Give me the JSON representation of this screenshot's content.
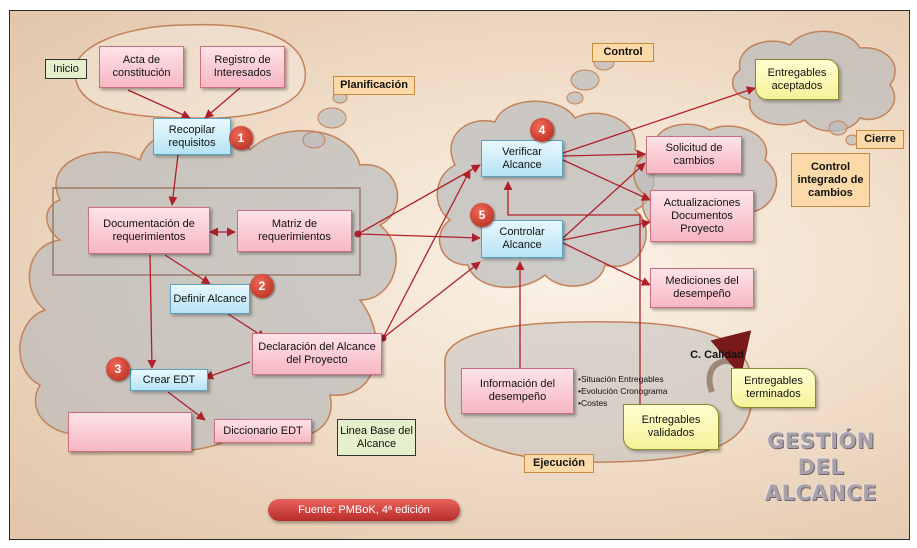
{
  "nodes": {
    "inicio": "Inicio",
    "acta": "Acta de constitución",
    "registro": "Registro de Interesados",
    "recopilar": "Recopilar requisitos",
    "documentacion": "Documentación de requerimientos",
    "matriz": "Matriz de requerimientos",
    "definir": "Definir Alcance",
    "declaracion": "Declaración del Alcance del Proyecto",
    "crear_edt": "Crear EDT",
    "diccionario": "Diccionario EDT",
    "linea_base": "Linea Base del Alcance",
    "verificar": "Verificar Alcance",
    "controlar": "Controlar Alcance",
    "entregables_aceptados": "Entregables aceptados",
    "solicitud": "Solicitud de cambios",
    "actualizaciones": "Actualizaciones Documentos Proyecto",
    "mediciones": "Mediciones del desempeño",
    "informacion": "Información del desempeño",
    "entregables_terminados": "Entregables terminados",
    "entregables_validados": "Entregables validados"
  },
  "labels": {
    "planificacion": "Planificación",
    "control": "Control",
    "cierre": "Cierre",
    "control_integrado": "Control integrado de cambios",
    "ejecucion": "Ejecución",
    "c_calidad": "C. Calidad"
  },
  "bullets": [
    "•Situación Entregables",
    "•Evolución Cronograma",
    "•Costes"
  ],
  "badges": [
    "1",
    "2",
    "3",
    "4",
    "5"
  ],
  "title": {
    "line1": "GESTIÓN DEL",
    "line2": "ALCANCE"
  },
  "source": "Fuente: PMBoK, 4ª edición",
  "colors": {
    "arrow": "#b0202a",
    "cloud_stroke": "#c4825a",
    "cloud_fill": "#c8c8c8",
    "badge": "#c0392b"
  }
}
